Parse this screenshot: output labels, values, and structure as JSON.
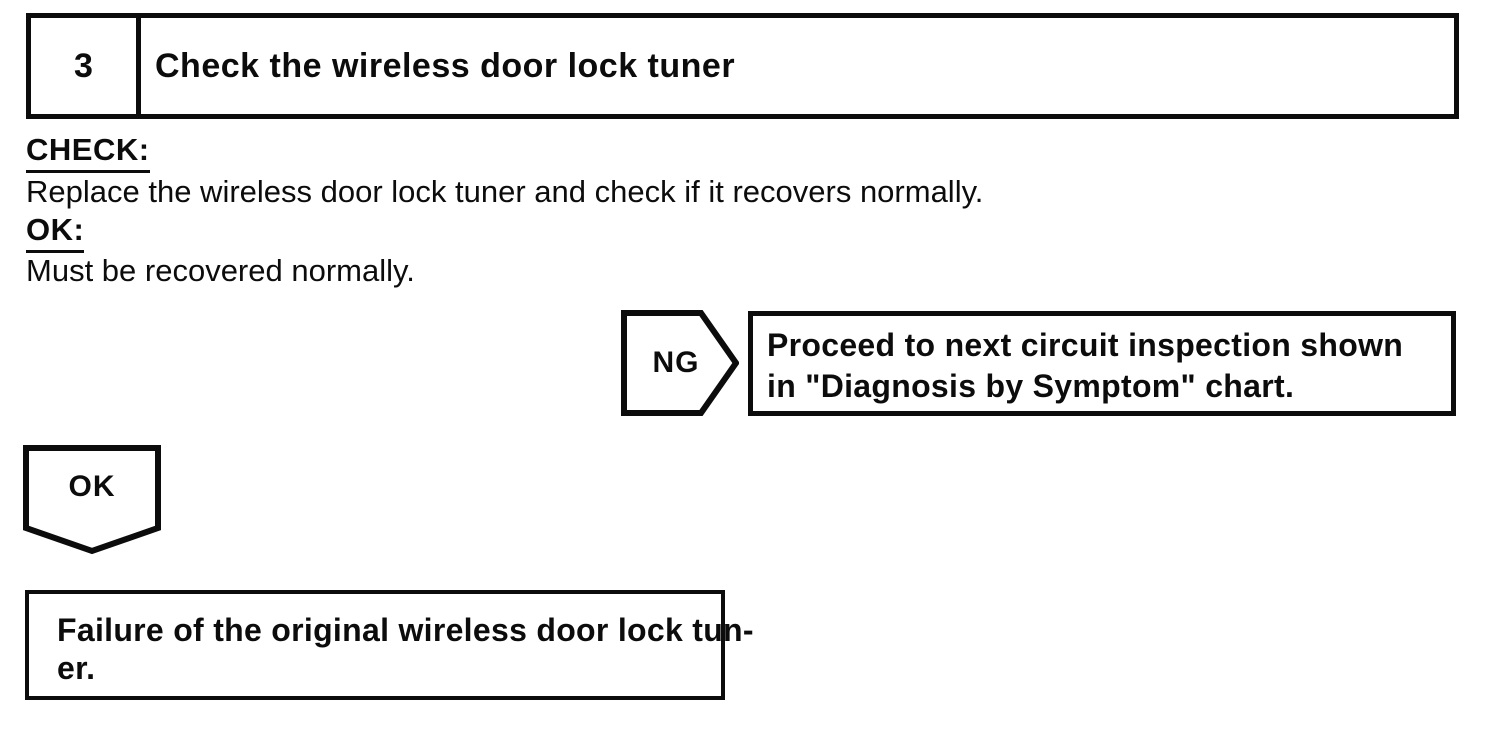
{
  "header": {
    "step_number": "3",
    "step_title": "Check the wireless door lock tuner"
  },
  "procedure": {
    "check_label": "CHECK:",
    "check_text": "Replace the wireless door lock tuner and check if it recovers normally.",
    "ok_label": "OK:",
    "ok_text": "Must be recovered normally."
  },
  "flowchart": {
    "ng_connector_label": "NG",
    "ng_result": {
      "line1": "Proceed to next circuit inspection shown",
      "line2": "in \"Diagnosis by Symptom\" chart."
    },
    "ok_connector_label": "OK",
    "ok_result": {
      "line1": "Failure of the original wireless door lock tun-",
      "line2": "er."
    }
  },
  "colors": {
    "ink": "#0c0c0c",
    "paper": "#ffffff"
  }
}
